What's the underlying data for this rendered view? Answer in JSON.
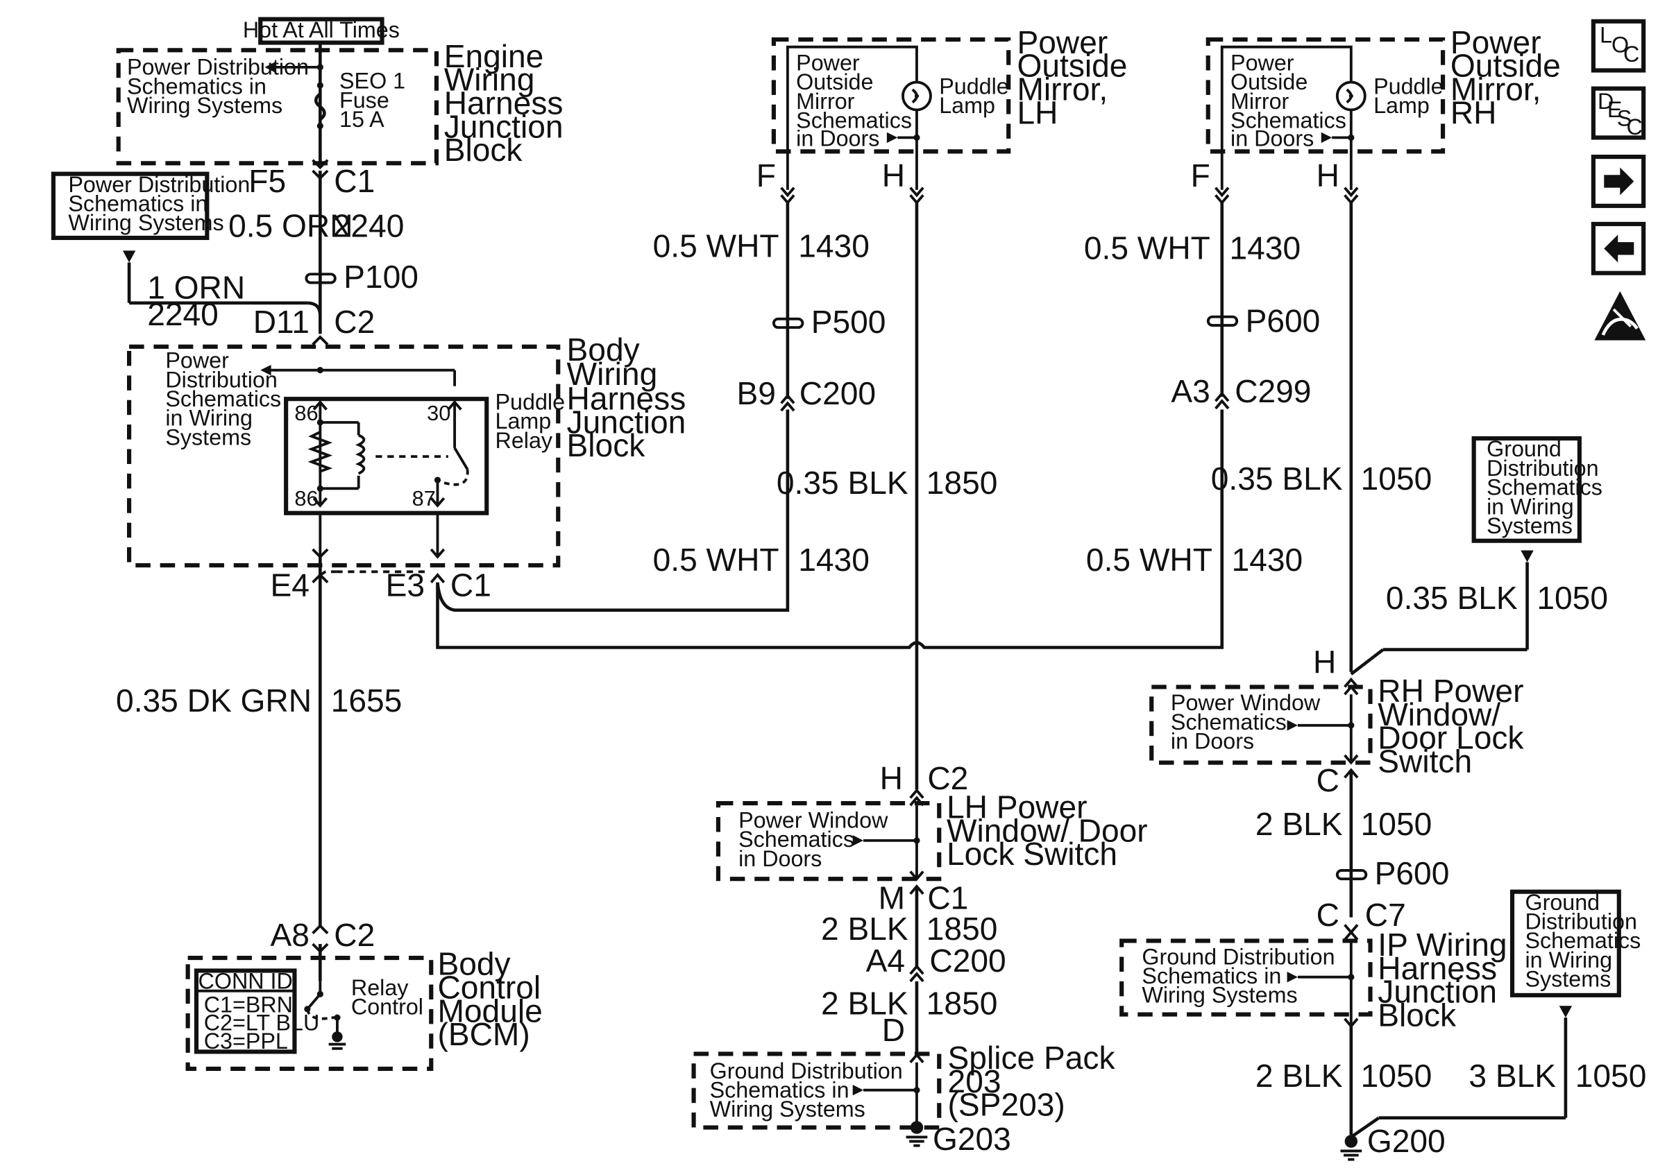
{
  "hot_label": "Hot At All Times",
  "engine_block": {
    "title": [
      "Engine",
      "Wiring",
      "Harness",
      "Junction",
      "Block"
    ],
    "ref": [
      "Power Distribution",
      "Schematics in",
      "Wiring Systems"
    ],
    "fuse": [
      "SEO 1",
      "Fuse",
      "15 A"
    ]
  },
  "pd_box": [
    "Power Distribution",
    "Schematics in",
    "Wiring Systems"
  ],
  "left_chain": {
    "f5": "F5",
    "c1a": "C1",
    "w2240_gauge": "0.5 ORN",
    "w2240_num": "2240",
    "p100": "P100",
    "orn1_gauge": "1 ORN",
    "orn1_num": "2240",
    "d11": "D11",
    "c2a": "C2",
    "e4": "E4",
    "e3": "E3",
    "c1b": "C1",
    "dkgrn_gauge": "0.35 DK GRN",
    "dkgrn_num": "1655",
    "a8": "A8",
    "c2b": "C2"
  },
  "body_block": {
    "title": [
      "Body",
      "Wiring",
      "Harness",
      "Junction",
      "Block"
    ],
    "ref": [
      "Power",
      "Distribution",
      "Schematics",
      "in Wiring",
      "Systems"
    ],
    "relay_label": [
      "Puddle",
      "Lamp",
      "Relay"
    ],
    "pins": {
      "p86a": "86",
      "p86b": "86",
      "p30": "30",
      "p87": "87"
    }
  },
  "bcm": {
    "title": [
      "Body",
      "Control",
      "Module",
      "(BCM)"
    ],
    "conn_header": "CONN ID",
    "conn_rows": [
      "C1=BRN",
      "C2=LT BLU",
      "C3=PPL"
    ],
    "relay_ctrl": [
      "Relay",
      "Control"
    ]
  },
  "mirror_lh": {
    "title": [
      "Power",
      "Outside",
      "Mirror,",
      "LH"
    ],
    "ref": [
      "Power",
      "Outside",
      "Mirror",
      "Schematics",
      "in Doors"
    ],
    "lamp": [
      "Puddle",
      "Lamp"
    ],
    "pin_f": "F",
    "pin_h": "H",
    "wht_gauge": "0.5 WHT",
    "wht_num": "1430",
    "splice": "P500",
    "b9": "B9",
    "c200": "C200",
    "blk_gauge": "0.35 BLK",
    "blk_num": "1850",
    "wht2_gauge": "0.5 WHT",
    "wht2_num": "1430"
  },
  "mirror_rh": {
    "title": [
      "Power",
      "Outside",
      "Mirror,",
      "RH"
    ],
    "ref": [
      "Power",
      "Outside",
      "Mirror",
      "Schematics",
      "in Doors"
    ],
    "lamp": [
      "Puddle",
      "Lamp"
    ],
    "pin_f": "F",
    "pin_h": "H",
    "wht_gauge": "0.5 WHT",
    "wht_num": "1430",
    "splice": "P600",
    "a3": "A3",
    "c299": "C299",
    "blk_gauge": "0.35 BLK",
    "blk_num": "1050",
    "wht2_gauge": "0.5 WHT",
    "wht2_num": "1430"
  },
  "lh_switch": {
    "title": [
      "LH Power",
      "Window/ Door",
      "Lock Switch"
    ],
    "ref": [
      "Power Window",
      "Schematics",
      "in Doors"
    ],
    "h": "H",
    "c2": "C2",
    "m": "M",
    "c1": "C1",
    "blk_gauge": "2 BLK",
    "blk_num": "1850",
    "a4": "A4",
    "c200": "C200",
    "blk2_gauge": "2 BLK",
    "blk2_num": "1850",
    "d": "D"
  },
  "splice_pack": {
    "title": [
      "Splice Pack",
      "203",
      "(SP203)"
    ],
    "ref": [
      "Ground Distribution",
      "Schematics in",
      "Wiring Systems"
    ],
    "ground": "G203"
  },
  "ground_box_1": [
    "Ground",
    "Distribution",
    "Schematics",
    "in Wiring",
    "Systems"
  ],
  "ground_box_2": [
    "Ground",
    "Distribution",
    "Schematics",
    "in Wiring",
    "Systems"
  ],
  "rh_switch": {
    "title": [
      "RH Power",
      "Window/",
      "Door Lock",
      "Switch"
    ],
    "ref": [
      "Power Window",
      "Schematics",
      "in Doors"
    ],
    "h": "H",
    "c": "C",
    "blk_gauge": "0.35 BLK",
    "blk_num": "1050",
    "blk2_gauge": "2 BLK",
    "blk2_num": "1050",
    "splice": "P600",
    "c_b": "C",
    "c7": "C7"
  },
  "ip_block": {
    "title": [
      "IP Wiring",
      "Harness",
      "Junction",
      "Block"
    ],
    "ref": [
      "Ground Distribution",
      "Schematics in",
      "Wiring Systems"
    ],
    "blk_gauge": "2 BLK",
    "blk_num": "1050",
    "blk3_gauge": "3 BLK",
    "blk3_num": "1050",
    "ground": "G200"
  },
  "nav": {
    "loc": [
      "L",
      "O",
      "C"
    ],
    "desc": [
      "D",
      "E",
      "S",
      "C"
    ],
    "next": "next-arrow-icon",
    "prev": "prev-arrow-icon",
    "esd": "esd-warning-icon"
  }
}
